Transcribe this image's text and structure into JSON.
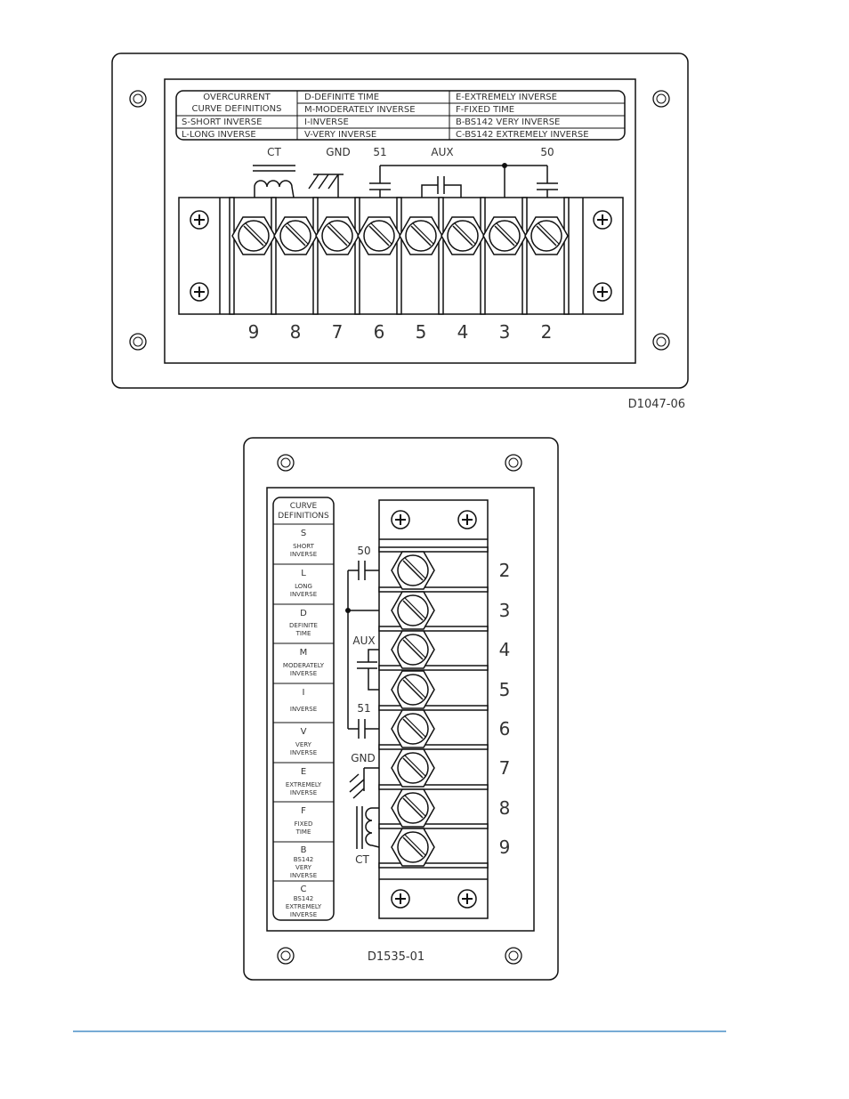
{
  "top": {
    "table": {
      "header1": "OVERCURRENT",
      "header2": "CURVE DEFINITIONS",
      "rows": [
        [
          "D-DEFINITE TIME",
          "E-EXTREMELY INVERSE"
        ],
        [
          "M-MODERATELY INVERSE",
          "F-FIXED TIME"
        ],
        [
          "S-SHORT INVERSE",
          "I-INVERSE",
          "B-BS142 VERY INVERSE"
        ],
        [
          "L-LONG INVERSE",
          "V-VERY INVERSE",
          "C-BS142 EXTREMELY INVERSE"
        ]
      ],
      "cells": {
        "s": "S-SHORT INVERSE",
        "l": "L-LONG INVERSE",
        "d": "D-DEFINITE TIME",
        "m": "M-MODERATELY INVERSE",
        "i": "I-INVERSE",
        "v": "V-VERY INVERSE",
        "e": "E-EXTREMELY INVERSE",
        "f": "F-FIXED TIME",
        "b": "B-BS142 VERY INVERSE",
        "c": "C-BS142 EXTREMELY INVERSE"
      }
    },
    "labels": {
      "ct": "CT",
      "gnd": "GND",
      "r51": "51",
      "aux": "AUX",
      "r50": "50"
    },
    "terminals": [
      "9",
      "8",
      "7",
      "6",
      "5",
      "4",
      "3",
      "2"
    ],
    "code": "D1047-06"
  },
  "bottom": {
    "header1": "CURVE",
    "header2": "DEFINITIONS",
    "curves": [
      {
        "letter": "S",
        "l1": "SHORT",
        "l2": "INVERSE"
      },
      {
        "letter": "L",
        "l1": "LONG",
        "l2": "INVERSE"
      },
      {
        "letter": "D",
        "l1": "DEFINITE",
        "l2": "TIME"
      },
      {
        "letter": "M",
        "l1": "MODERATELY",
        "l2": "INVERSE"
      },
      {
        "letter": "I",
        "l1": "",
        "l2": "INVERSE"
      },
      {
        "letter": "V",
        "l1": "VERY",
        "l2": "INVERSE"
      },
      {
        "letter": "E",
        "l1": "EXTREMELY",
        "l2": "INVERSE"
      },
      {
        "letter": "F",
        "l1": "FIXED",
        "l2": "TIME"
      },
      {
        "letter": "B",
        "l1": "BS142",
        "l2": "VERY",
        "l3": "INVERSE"
      },
      {
        "letter": "C",
        "l1": "BS142",
        "l2": "EXTREMELY",
        "l3": "INVERSE"
      }
    ],
    "labels": {
      "r50": "50",
      "aux": "AUX",
      "r51": "51",
      "gnd": "GND",
      "ct": "CT"
    },
    "terminals": [
      "2",
      "3",
      "4",
      "5",
      "6",
      "7",
      "8",
      "9"
    ],
    "code": "D1535-01"
  }
}
